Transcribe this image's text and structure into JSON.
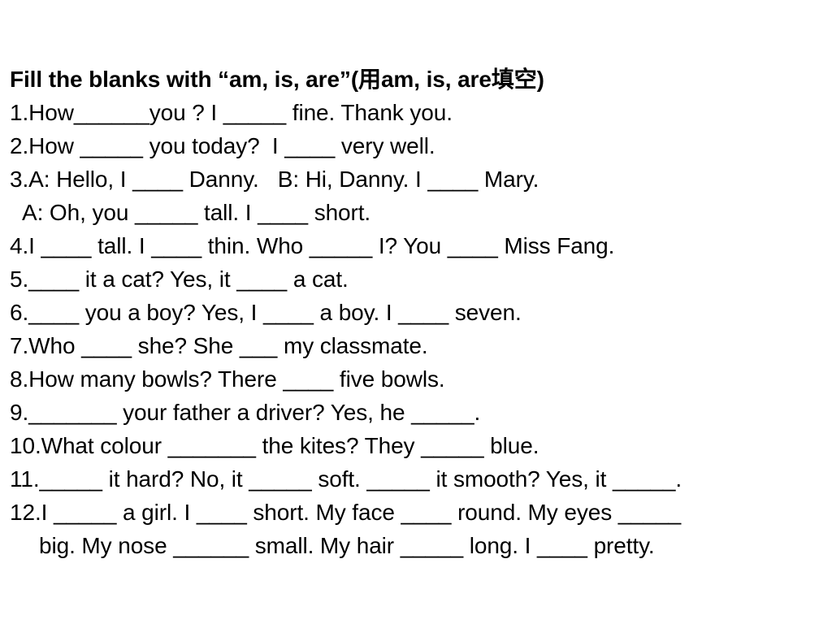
{
  "worksheet": {
    "title": "Fill the blanks with “am, is, are”(用am, is, are填空)",
    "lines": [
      "1.How______you ? I _____ fine. Thank you.",
      "2.How _____ you today?  I ____ very well.",
      "3.A: Hello, I ____ Danny.   B: Hi, Danny. I ____ Mary.",
      "A: Oh, you _____ tall. I ____ short.",
      "4.I ____ tall. I ____ thin. Who _____ I? You ____ Miss Fang.",
      "5.____ it a cat? Yes, it ____ a cat.",
      "6.____ you a boy? Yes, I ____ a boy. I ____ seven.",
      "7.Who ____ she? She ___ my classmate.",
      "8.How many bowls? There ____ five bowls.",
      "9._______ your father a driver? Yes, he _____.",
      "10.What colour _______ the kites? They _____ blue.",
      "11._____ it hard? No, it _____ soft. _____ it smooth? Yes, it _____.",
      "12.I _____ a girl. I ____ short. My face ____ round. My eyes _____",
      "big. My nose ______ small. My hair _____ long. I ____ pretty."
    ]
  }
}
